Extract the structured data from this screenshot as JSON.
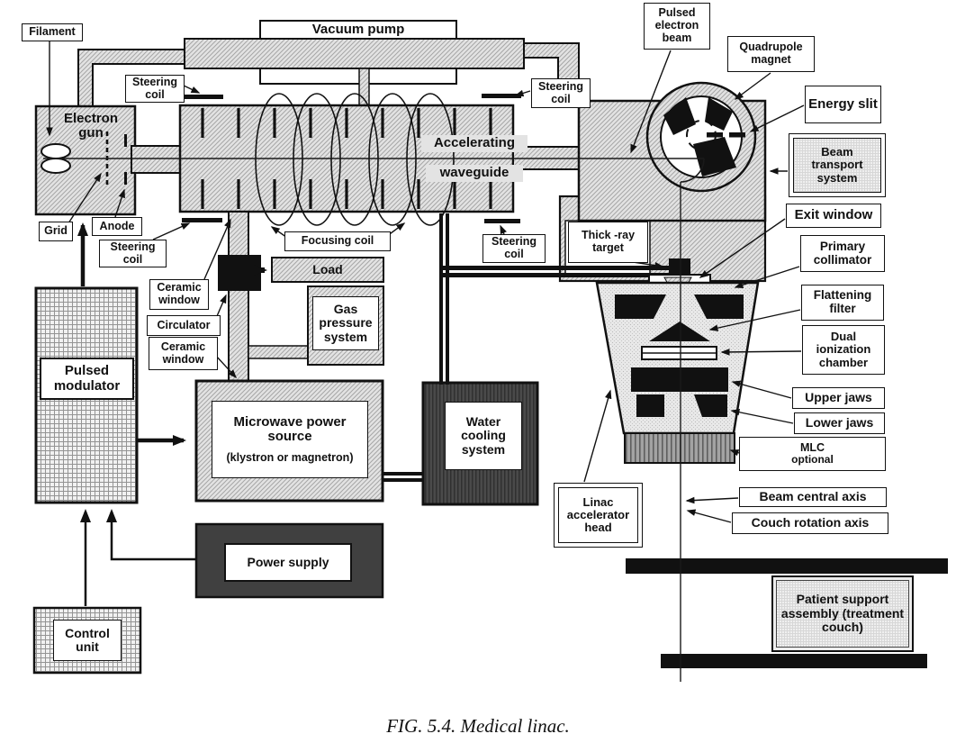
{
  "diagram": {
    "caption": "FIG. 5.4.  Medical linac.",
    "labels": {
      "filament": "Filament",
      "vacuum_pump": "Vacuum pump",
      "steering_coil": "Steering coil",
      "electron_gun": "Electron gun",
      "grid": "Grid",
      "anode": "Anode",
      "accelerating_line1": "Accelerating",
      "accelerating_line2": "waveguide",
      "focusing_coil": "Focusing coil",
      "ceramic_window": "Ceramic window",
      "circulator": "Circulator",
      "load": "Load",
      "gas_pressure_system": "Gas pressure system",
      "pulsed_modulator": "Pulsed modulator",
      "microwave_title": "Microwave power source",
      "microwave_sub": "(klystron or magnetron)",
      "water_cooling_system": "Water cooling system",
      "power_supply": "Power supply",
      "control_unit": "Control unit",
      "pulsed_electron_beam": "Pulsed electron beam",
      "quadrupole_magnet": "Quadrupole magnet",
      "energy_slit": "Energy slit",
      "beam_transport_system": "Beam transport system",
      "exit_window": "Exit window",
      "primary_collimator": "Primary collimator",
      "flattening_filter": "Flattening filter",
      "dual_ionization_chamber": "Dual ionization chamber",
      "upper_jaws": "Upper jaws",
      "lower_jaws": "Lower jaws",
      "mlc_title": "MLC",
      "mlc_sub": "optional",
      "beam_central_axis": "Beam central axis",
      "couch_rotation_axis": "Couch rotation axis",
      "linac_accelerator_head": "Linac accelerator head",
      "xray_target": "Thick -ray target",
      "patient_support": "Patient support assembly (treatment couch)"
    },
    "colors": {
      "ink": "#111111",
      "hatch_bg": "#e3e3e3",
      "dark_fill": "#404040",
      "mlc_fill": "#9a9a9a"
    }
  }
}
